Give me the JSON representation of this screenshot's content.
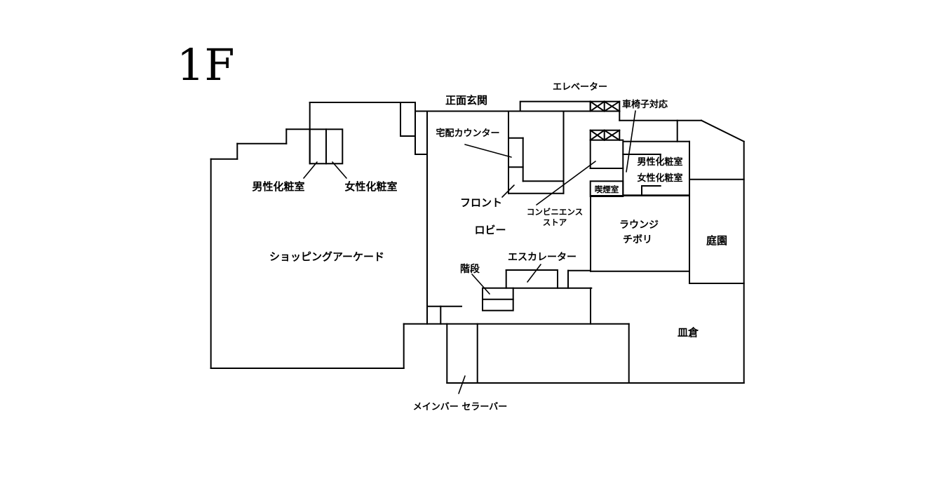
{
  "page": {
    "background_color": "#ffffff",
    "line_color": "#000000"
  },
  "title": {
    "floor": "1F"
  },
  "icons": {
    "elevator_shaft": "boxed-x"
  },
  "labels": {
    "main_entrance": "正面玄関",
    "elevator": "エレベーター",
    "wheelchair_accessible": "車椅子対応",
    "delivery_counter": "宅配カウンター",
    "mens_restroom_left": "男性化粧室",
    "womens_restroom_left": "女性化粧室",
    "front_desk": "フロント",
    "convenience_store_line1": "コンビニエンス",
    "convenience_store_line2": "ストア",
    "smoking_room": "喫煙室",
    "mens_restroom_right": "男性化粧室",
    "womens_restroom_right": "女性化粧室",
    "lobby": "ロビー",
    "lounge_line1": "ラウンジ",
    "lounge_line2": "チボリ",
    "garden": "庭園",
    "shopping_arcade": "ショッピングアーケード",
    "escalator": "エスカレーター",
    "stairs": "階段",
    "sarakura": "皿倉",
    "main_bar_cellar_bar": "メインバー セラーバー"
  }
}
